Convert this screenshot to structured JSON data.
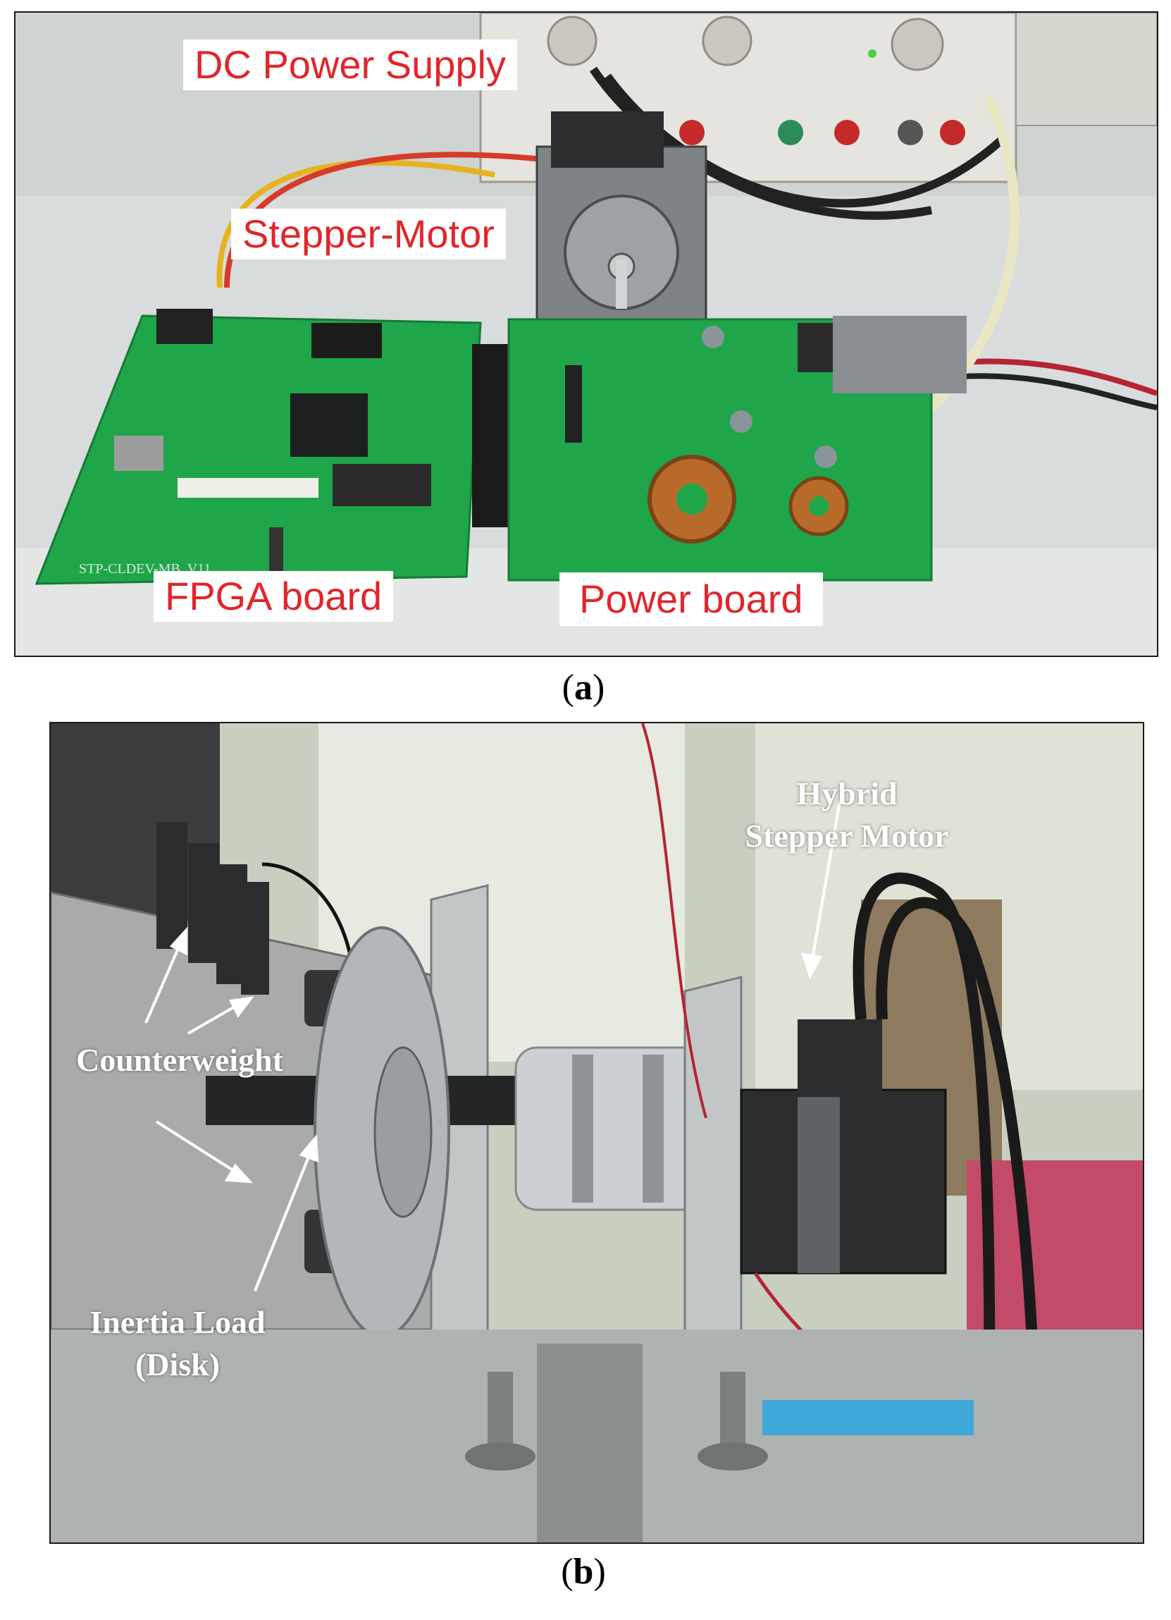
{
  "panel_a": {
    "caption": "a",
    "labels": {
      "dc_power_supply": "DC Power Supply",
      "stepper_motor": "Stepper-Motor",
      "fpga_board": "FPGA board",
      "power_board": "Power board"
    },
    "board_text": {
      "fpga_silk": "STP-CLDEV-MB_V11"
    }
  },
  "panel_b": {
    "caption": "b",
    "labels": {
      "hybrid_line1": "Hybrid",
      "hybrid_line2": "Stepper Motor",
      "counterweight": "Counterweight",
      "inertia_line1": "Inertia Load",
      "inertia_line2": "(Disk)"
    }
  },
  "colors": {
    "label_red": "#e0262c",
    "pcb_green": "#1fa64a",
    "aluminum": "#b8bcc0"
  }
}
